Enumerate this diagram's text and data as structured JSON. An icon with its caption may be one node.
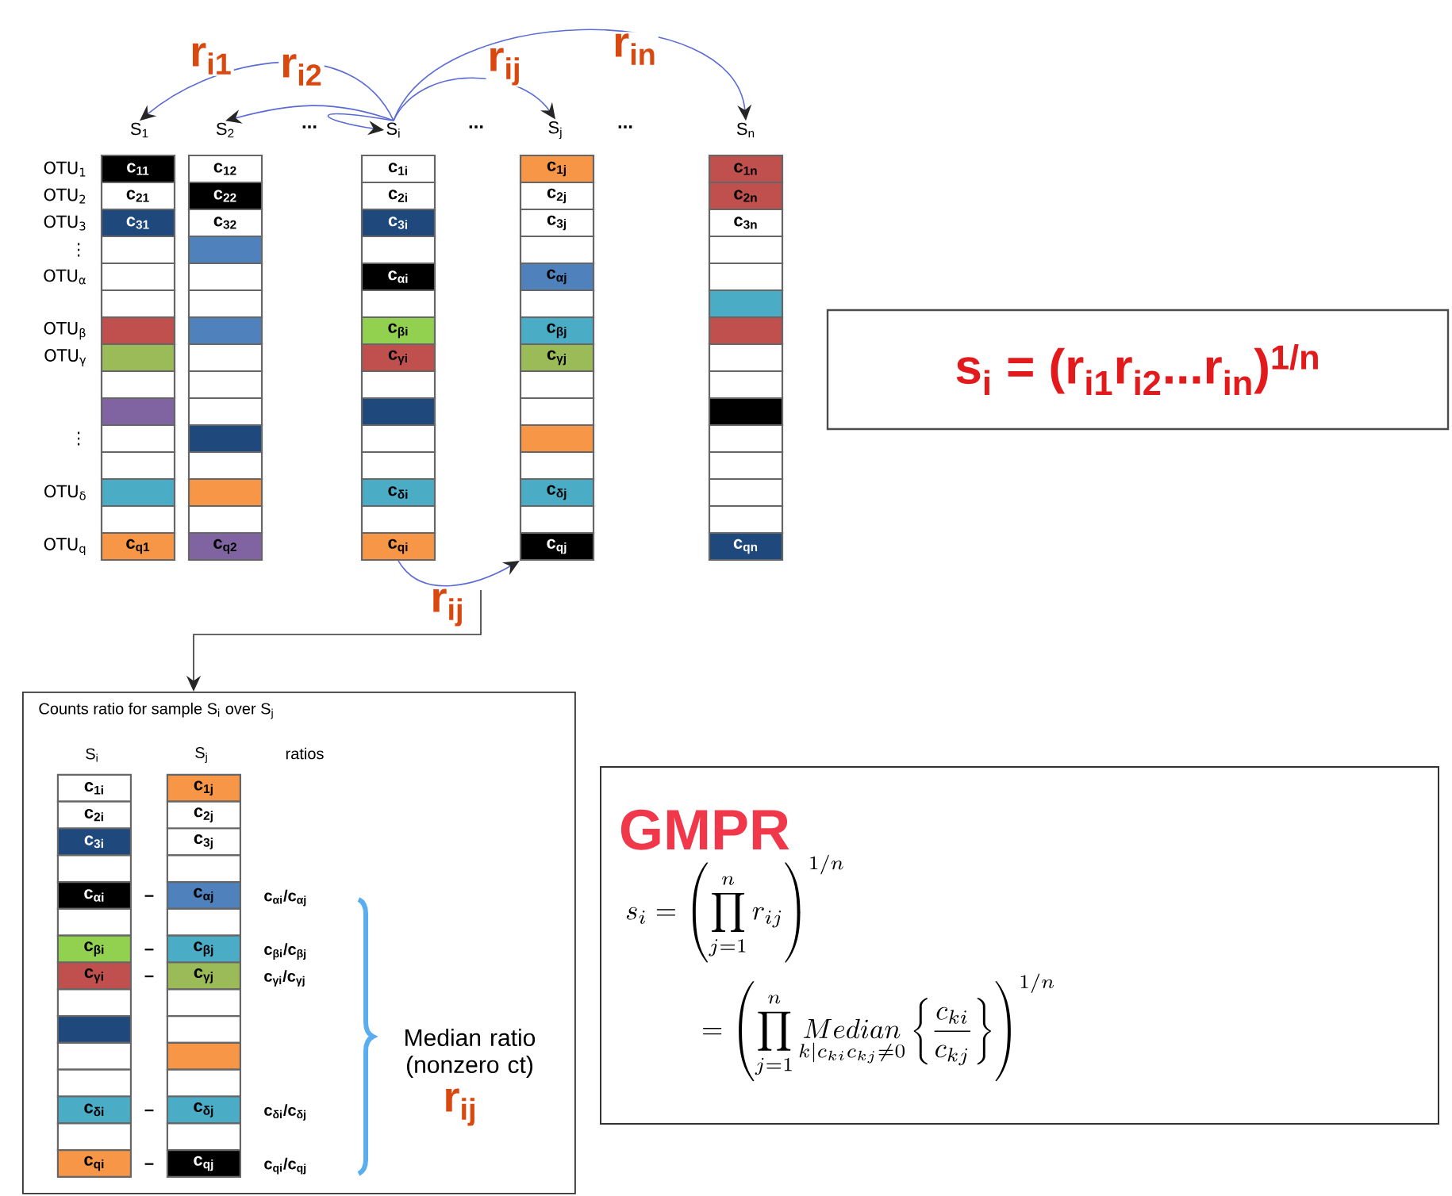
{
  "diagram": {
    "nodes": [
      {
        "text": [
          "S$_{1}$"
        ]
      },
      {
        "text": [
          "S$_{2}$"
        ]
      },
      {
        "text": [
          "S$_{i}$"
        ]
      },
      {
        "text": [
          "S$_{j}$"
        ]
      },
      {
        "text": [
          "S$_{n}$"
        ]
      },
      {
        "text": [
          "c$_{11}$"
        ]
      },
      {
        "text": [
          "c$_{21}$"
        ]
      },
      {
        "text": [
          "c$_{31}$"
        ]
      },
      {
        "text": [],
        "shape": "box"
      },
      {
        "text": [],
        "shape": "box"
      },
      {
        "text": [],
        "shape": "box"
      },
      {
        "text": [],
        "shape": "box"
      },
      {
        "text": [],
        "shape": "box"
      },
      {
        "text": [],
        "shape": "box"
      },
      {
        "text": [],
        "shape": "box"
      },
      {
        "text": [],
        "shape": "box"
      },
      {
        "text": [],
        "shape": "box"
      },
      {
        "text": [],
        "shape": "box"
      },
      {
        "text": [],
        "shape": "box"
      },
      {
        "text": [
          "c$_{q1}$"
        ]
      },
      {
        "text": [
          "c$_{12}$"
        ]
      },
      {
        "text": [
          "c$_{22}$"
        ]
      },
      {
        "text": [
          "c$_{32}$"
        ]
      },
      {
        "text": [],
        "shape": "box"
      },
      {
        "text": [],
        "shape": "box"
      },
      {
        "text": [],
        "shape": "box"
      },
      {
        "text": [],
        "shape": "box"
      },
      {
        "text": [],
        "shape": "box"
      },
      {
        "text": [],
        "shape": "box"
      },
      {
        "text": [],
        "shape": "box"
      },
      {
        "text": [],
        "shape": "box"
      },
      {
        "text": [],
        "shape": "box"
      },
      {
        "text": [],
        "shape": "box"
      },
      {
        "text": [],
        "shape": "box"
      },
      {
        "text": [
          "c$_{q2}$"
        ]
      },
      {
        "text": [
          "c$_{1i}$"
        ]
      },
      {
        "text": [
          "c$_{2i}$"
        ]
      },
      {
        "text": [
          "c$_{3i}$"
        ]
      },
      {
        "text": [],
        "shape": "box"
      },
      {
        "text": [
          "c$_{αi}$"
        ]
      },
      {
        "text": [],
        "shape": "box"
      },
      {
        "text": [
          "c$_{βi}$"
        ]
      },
      {
        "text": [
          "c$_{γi}$"
        ]
      },
      {
        "text": [],
        "shape": "box"
      },
      {
        "text": [],
        "shape": "box"
      },
      {
        "text": [],
        "shape": "box"
      },
      {
        "text": [],
        "shape": "box"
      },
      {
        "text": [
          "c$_{δi}$"
        ]
      },
      {
        "text": [],
        "shape": "box"
      },
      {
        "text": [
          "c$_{qi}$"
        ]
      },
      {
        "text": [
          "c$_{1j}$"
        ]
      },
      {
        "text": [
          "c$_{2j}$"
        ]
      },
      {
        "text": [
          "c$_{3j}$"
        ]
      },
      {
        "text": [],
        "shape": "box"
      },
      {
        "text": [
          "c$_{αj}$"
        ]
      },
      {
        "text": [],
        "shape": "box"
      },
      {
        "text": [
          "c$_{βj}$"
        ]
      },
      {
        "text": [
          "c$_{γj}$"
        ]
      },
      {
        "text": [],
        "shape": "box"
      },
      {
        "text": [],
        "shape": "box"
      },
      {
        "text": [],
        "shape": "box"
      },
      {
        "text": [],
        "shape": "box"
      },
      {
        "text": [
          "c$_{δj}$"
        ]
      },
      {
        "text": [],
        "shape": "box"
      },
      {
        "text": [
          "c$_{qj}$"
        ]
      },
      {
        "text": [
          "c$_{1n}$"
        ]
      },
      {
        "text": [
          "c$_{2n}$"
        ]
      },
      {
        "text": [
          "c$_{3n}$"
        ]
      },
      {
        "text": [],
        "shape": "box"
      },
      {
        "text": [],
        "shape": "box"
      },
      {
        "text": [],
        "shape": "box"
      },
      {
        "text": [],
        "shape": "box"
      },
      {
        "text": [],
        "shape": "box"
      },
      {
        "text": [],
        "shape": "box"
      },
      {
        "text": [],
        "shape": "box"
      },
      {
        "text": [],
        "shape": "box"
      },
      {
        "text": [],
        "shape": "box"
      },
      {
        "text": [],
        "shape": "box"
      },
      {
        "text": [],
        "shape": "box"
      },
      {
        "text": [
          "c$_{qn}$"
        ]
      },
      {
        "text": [
          "s$_{i}$ = (r$_{i1}$r$_{i2}$...r$_{in}$)$^{1/n}$"
        ]
      },
      {
        "text": [
          "Counts ratio for sample S$_{i}$ over S$_{j}$"
        ]
      },
      {
        "text": [
          "c$_{1i}$"
        ],
        "in": 81
      },
      {
        "text": [
          "c$_{2i}$"
        ],
        "in": 81
      },
      {
        "text": [
          "c$_{3i}$"
        ],
        "in": 81
      },
      {
        "text": [],
        "shape": "box",
        "in": 81
      },
      {
        "text": [
          "c$_{αi}$"
        ],
        "in": 81
      },
      {
        "text": [],
        "shape": "box",
        "in": 81
      },
      {
        "text": [
          "c$_{βi}$"
        ],
        "in": 81
      },
      {
        "text": [
          "c$_{γi}$"
        ],
        "in": 81
      },
      {
        "text": [],
        "shape": "box",
        "in": 81
      },
      {
        "text": [],
        "shape": "box",
        "in": 81
      },
      {
        "text": [],
        "shape": "box",
        "in": 81
      },
      {
        "text": [],
        "shape": "box",
        "in": 81
      },
      {
        "text": [
          "c$_{δi}$"
        ],
        "in": 81
      },
      {
        "text": [],
        "shape": "box",
        "in": 81
      },
      {
        "text": [
          "c$_{qi}$"
        ],
        "in": 81
      },
      {
        "text": [
          "c$_{1j}$"
        ],
        "in": 81
      },
      {
        "text": [
          "c$_{2j}$"
        ],
        "in": 81
      },
      {
        "text": [
          "c$_{3j}$"
        ],
        "in": 81
      },
      {
        "text": [],
        "shape": "box",
        "in": 81
      },
      {
        "text": [
          "c$_{αj}$"
        ],
        "in": 81
      },
      {
        "text": [],
        "shape": "box",
        "in": 81
      },
      {
        "text": [
          "c$_{βj}$"
        ],
        "in": 81
      },
      {
        "text": [
          "c$_{γj}$"
        ],
        "in": 81
      },
      {
        "text": [],
        "shape": "box",
        "in": 81
      },
      {
        "text": [],
        "shape": "box",
        "in": 81
      },
      {
        "text": [],
        "shape": "box",
        "in": 81
      },
      {
        "text": [],
        "shape": "box",
        "in": 81
      },
      {
        "text": [
          "c$_{δj}$"
        ],
        "in": 81
      },
      {
        "text": [],
        "shape": "box",
        "in": 81
      },
      {
        "text": [
          "c$_{qj}$"
        ],
        "in": 81
      },
      {
        "text": [
          "GMPR",
          "s_i = \\left(\\prod_{j=1}^{n} r_{ij}\\right)^{1/n}",
          "= \\left(\\prod_{j=1}^{n} \\mathop{Median}\\limits_{k|c_{ki}c_{kj}\\neq 0}\\left\\{\\frac{c_{ki}}{c_{kj}}\\right\\}\\right)^{1/n}"
        ]
      }
    ],
    "edges": [
      {
        "from": 2,
        "to": 0,
        "arrow": "to",
        "label": "r$_{i1}$"
      },
      {
        "from": 2,
        "to": 1,
        "arrow": "to",
        "label": "r$_{i2}$"
      },
      {
        "from": 2,
        "to": 3,
        "arrow": "to",
        "label": "r$_{ij}$"
      },
      {
        "from": 2,
        "to": 4,
        "arrow": "to",
        "label": "r$_{in}$"
      },
      {
        "from": 2,
        "to": 2,
        "arrow": "to"
      },
      {
        "from": 49,
        "to": 64,
        "arrow": "to",
        "label": "r$_{ij}$"
      },
      {
        "from": null,
        "to": 81,
        "arrow": "to",
        "color": "#333333"
      }
    ],
    "labels": [
      "...",
      "...",
      "...",
      "OTU$_{1}$",
      "OTU$_{2}$",
      "OTU$_{3}$",
      "⋮",
      "OTU$_{α}$",
      "OTU$_{β}$",
      "OTU$_{γ}$",
      "⋮",
      "OTU$_{δ}$",
      "OTU$_{q}$",
      "S$_{i}$",
      "S$_{j}$",
      "ratios",
      "–",
      "c$_{αi}$/c$_{αj}$",
      "–",
      "c$_{βi}$/c$_{βj}$",
      "–",
      "c$_{γi}$/c$_{γj}$",
      "–",
      "c$_{δi}$/c$_{δj}$",
      "–",
      "c$_{qi}$/c$_{qj}$",
      "Median ratio (nonzero ct)",
      "r$_{ij}$"
    ]
  }
}
